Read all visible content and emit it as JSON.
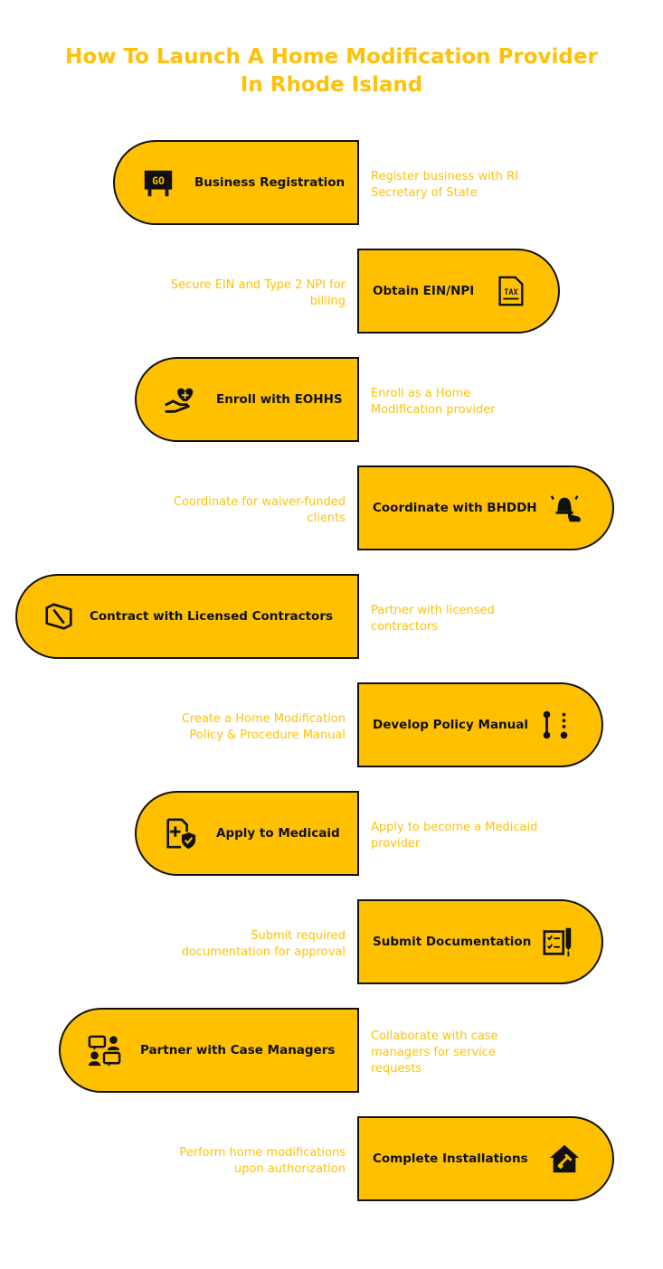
{
  "title": {
    "line1": "How To Launch A Home Modification Provider",
    "line2": "In Rhode Island"
  },
  "colors": {
    "accent": "#FFC000",
    "title": "#FFC107",
    "outline": "#111111"
  },
  "steps": [
    {
      "label": "Business Registration",
      "description": "Register business with RI Secretary of State",
      "icon": "go-sign-icon"
    },
    {
      "label": "Obtain EIN/NPI",
      "description": "Secure EIN and Type 2 NPI for billing",
      "icon": "tax-document-icon"
    },
    {
      "label": "Enroll with EOHHS",
      "description": "Enroll as a Home Modification provider",
      "icon": "hand-heart-icon"
    },
    {
      "label": "Coordinate with BHDDH",
      "description": "Coordinate for waiver-funded clients",
      "icon": "bell-hand-icon"
    },
    {
      "label": "Contract with Licensed Contractors",
      "description": "Partner with licensed contractors",
      "icon": "contract-arrows-icon"
    },
    {
      "label": "Develop Policy Manual",
      "description": "Create a Home Modification Policy & Procedure Manual",
      "icon": "timeline-icon"
    },
    {
      "label": "Apply to Medicaid",
      "description": "Apply to become a Medicaid provider",
      "icon": "medical-shield-document-icon"
    },
    {
      "label": "Submit Documentation",
      "description": "Submit required documentation for approval",
      "icon": "checklist-pen-icon"
    },
    {
      "label": "Partner with Case Managers",
      "description": "Collaborate with case managers for service requests",
      "icon": "people-chat-icon"
    },
    {
      "label": "Complete Installations",
      "description": "Perform home modifications upon authorization",
      "icon": "house-tools-icon"
    }
  ]
}
